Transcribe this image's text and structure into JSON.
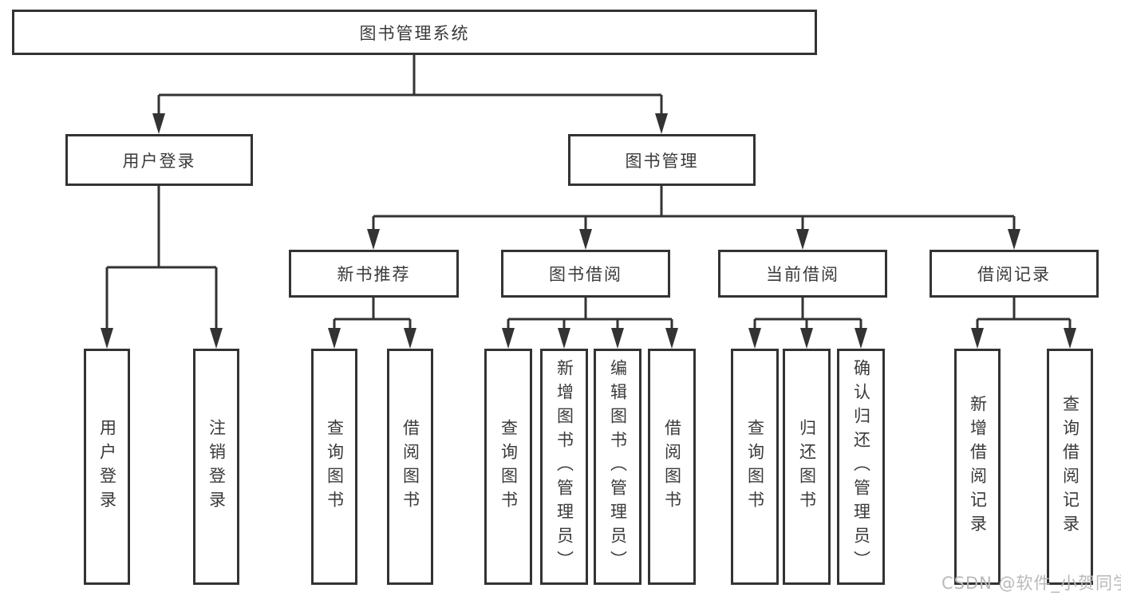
{
  "nodes": {
    "root": {
      "label": "图书管理系统"
    },
    "user_login": {
      "label": "用户登录"
    },
    "book_mgmt": {
      "label": "图书管理"
    },
    "new_book_rec": {
      "label": "新书推荐"
    },
    "book_borrow": {
      "label": "图书借阅"
    },
    "current_borrow": {
      "label": "当前借阅"
    },
    "borrow_records": {
      "label": "借阅记录"
    },
    "user_login_leaf": {
      "label": "用户登录"
    },
    "logout_leaf": {
      "label": "注销登录"
    },
    "rec_query_leaf": {
      "label": "查询图书"
    },
    "rec_borrow_leaf": {
      "label": "借阅图书"
    },
    "bb_query_leaf": {
      "label": "查询图书"
    },
    "bb_add_leaf": {
      "label": "新增图书（管理员）"
    },
    "bb_edit_leaf": {
      "label": "编辑图书（管理员）"
    },
    "bb_borrow_leaf": {
      "label": "借阅图书"
    },
    "cb_query_leaf": {
      "label": "查询图书"
    },
    "cb_return_leaf": {
      "label": "归还图书"
    },
    "cb_confirm_leaf": {
      "label": "确认归还（管理员）"
    },
    "br_add_leaf": {
      "label": "新增借阅记录"
    },
    "br_query_leaf": {
      "label": "查询借阅记录"
    }
  },
  "hierarchy": {
    "root": "图书管理系统",
    "children": [
      {
        "label": "用户登录",
        "children": [
          "用户登录",
          "注销登录"
        ]
      },
      {
        "label": "图书管理",
        "children": [
          {
            "label": "新书推荐",
            "children": [
              "查询图书",
              "借阅图书"
            ]
          },
          {
            "label": "图书借阅",
            "children": [
              "查询图书",
              "新增图书（管理员）",
              "编辑图书（管理员）",
              "借阅图书"
            ]
          },
          {
            "label": "当前借阅",
            "children": [
              "查询图书",
              "归还图书",
              "确认归还（管理员）"
            ]
          },
          {
            "label": "借阅记录",
            "children": [
              "新增借阅记录",
              "查询借阅记录"
            ]
          }
        ]
      }
    ]
  },
  "watermark": "CSDN @软件_小贺同学",
  "colors": {
    "line": "#333333",
    "box_border": "#333333",
    "box_fill": "#ffffff",
    "text": "#3a3a3a",
    "watermark": "#b9b9b9"
  }
}
